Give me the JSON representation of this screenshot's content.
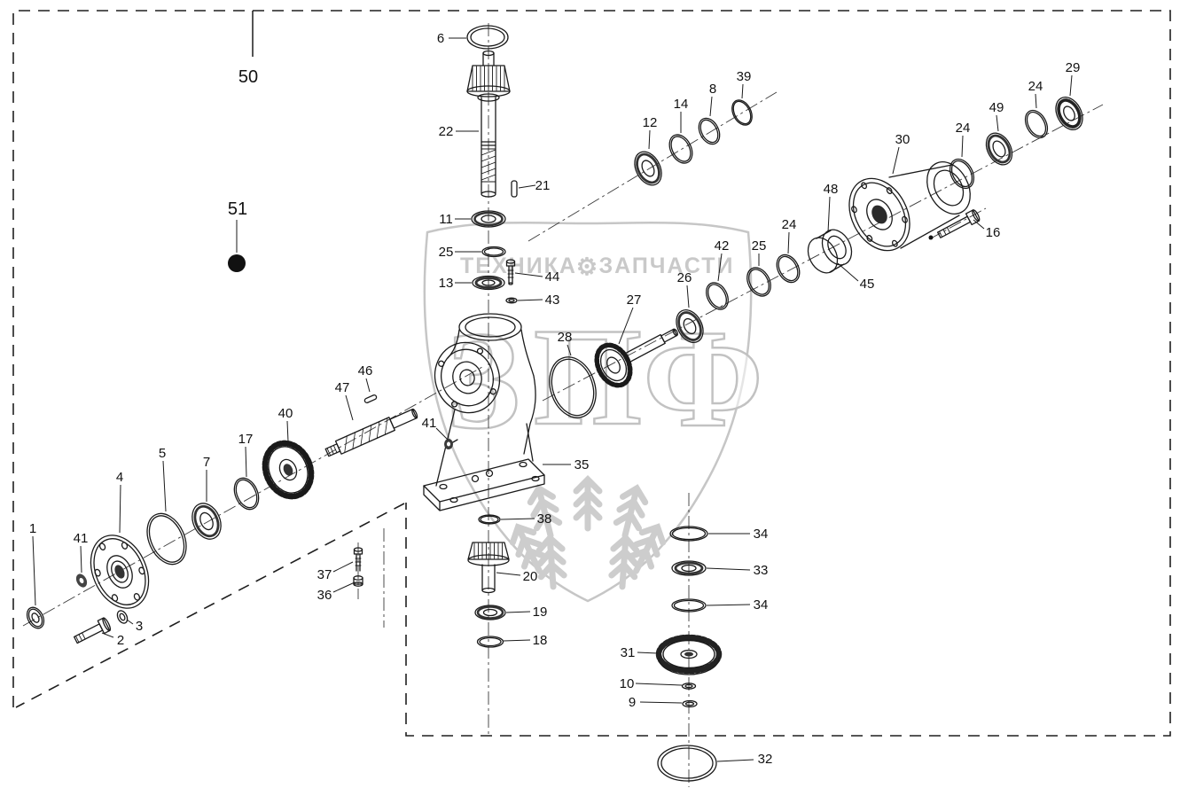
{
  "watermark": {
    "brand_left": "ТЕХНИКА",
    "brand_right": "ЗАПЧАСТИ",
    "gear_glyph": "⚙",
    "letter_1": "З",
    "letter_2": "П",
    "letter_3": "Ф"
  },
  "callouts": {
    "n1": "1",
    "n2": "2",
    "n3": "3",
    "n4": "4",
    "n5": "5",
    "n6": "6",
    "n7": "7",
    "n8": "8",
    "n9": "9",
    "n10": "10",
    "n11": "11",
    "n12": "12",
    "n13": "13",
    "n14": "14",
    "n16": "16",
    "n17": "17",
    "n18": "18",
    "n19": "19",
    "n20": "20",
    "n21": "21",
    "n22": "22",
    "n24": "24",
    "n25": "25",
    "n26": "26",
    "n27": "27",
    "n28": "28",
    "n29": "29",
    "n30": "30",
    "n31": "31",
    "n32": "32",
    "n33": "33",
    "n34": "34",
    "n35": "35",
    "n36": "36",
    "n37": "37",
    "n38": "38",
    "n39": "39",
    "n40": "40",
    "n41": "41",
    "n42": "42",
    "n43": "43",
    "n44": "44",
    "n45": "45",
    "n46": "46",
    "n47": "47",
    "n48": "48",
    "n49": "49",
    "n50": "50",
    "n51": "51"
  }
}
